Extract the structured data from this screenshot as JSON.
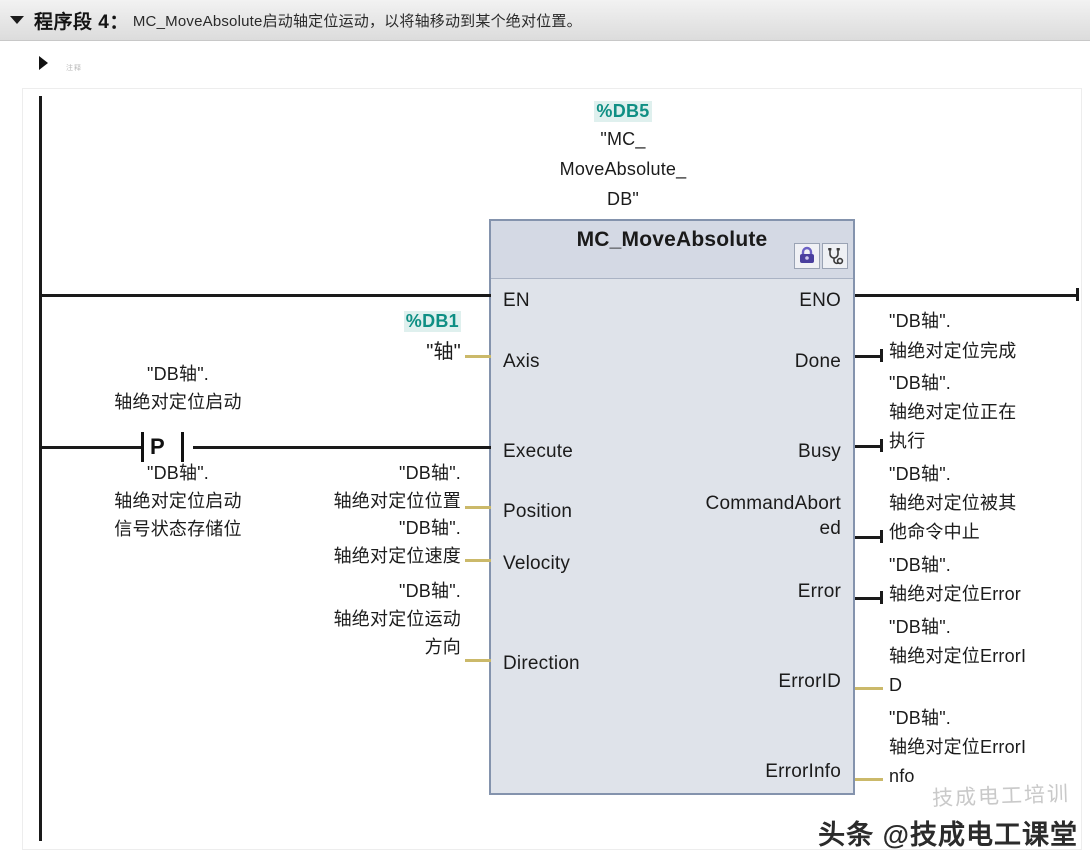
{
  "network": {
    "expander_icon": "triangle-down-icon",
    "title": "程序段 4：",
    "description": "MC_MoveAbsolute启动轴定位运动，以将轴移动到某个绝对位置。",
    "comment_expander_icon": "triangle-right-icon",
    "comment_placeholder": "注释"
  },
  "block": {
    "instance_db": "%DB5",
    "instance_name_lines": [
      "\"MC_",
      "MoveAbsolute_",
      "DB\""
    ],
    "title": "MC_MoveAbsolute",
    "icon_lock": "lock-icon",
    "icon_diagnostics": "stethoscope-icon",
    "inputs": [
      {
        "pin": "EN",
        "operand_db": "",
        "operand_lines": []
      },
      {
        "pin": "Axis",
        "operand_db": "%DB1",
        "operand_lines": [
          "\"轴\""
        ]
      },
      {
        "pin": "Execute",
        "operand_db": "",
        "operand_lines": []
      },
      {
        "pin": "Position",
        "operand_db": "",
        "operand_lines": [
          "\"DB轴\".",
          "轴绝对定位位置"
        ]
      },
      {
        "pin": "Velocity",
        "operand_db": "",
        "operand_lines": [
          "\"DB轴\".",
          "轴绝对定位速度"
        ]
      },
      {
        "pin": "Direction",
        "operand_db": "",
        "operand_lines": [
          "\"DB轴\".",
          "轴绝对定位运动",
          "方向"
        ]
      }
    ],
    "outputs": [
      {
        "pin": "ENO",
        "operand_lines": []
      },
      {
        "pin": "Done",
        "operand_lines": [
          "\"DB轴\".",
          "轴绝对定位完成"
        ]
      },
      {
        "pin": "Busy",
        "operand_lines": [
          "\"DB轴\".",
          "轴绝对定位正在",
          "执行"
        ]
      },
      {
        "pin": "CommandAbort",
        "pin2": "ed",
        "operand_lines": [
          "\"DB轴\".",
          "轴绝对定位被其",
          "他命令中止"
        ]
      },
      {
        "pin": "Error",
        "operand_lines": [
          "\"DB轴\".",
          "轴绝对定位Error"
        ]
      },
      {
        "pin": "ErrorID",
        "operand_lines": [
          "\"DB轴\".",
          "轴绝对定位ErrorI",
          "D"
        ]
      },
      {
        "pin": "ErrorInfo",
        "operand_lines": [
          "\"DB轴\".",
          "轴绝对定位ErrorI",
          "nfo"
        ]
      }
    ]
  },
  "contact": {
    "type": "positive-edge",
    "letter": "P",
    "operand_above_lines": [
      "\"DB轴\".",
      "轴绝对定位启动"
    ],
    "operand_below_lines": [
      "\"DB轴\".",
      "轴绝对定位启动",
      "信号状态存储位"
    ]
  },
  "watermark": {
    "text": "头条 @技成电工课堂",
    "ghost": "技成电工培训"
  },
  "colors": {
    "db_ref": "#0f8f84",
    "block_body": "#dfe3ea",
    "block_header": "#d4d9e4",
    "block_border": "#8493ad",
    "wire": "#1a1a1a",
    "wire_yellow": "#cbb96a"
  }
}
